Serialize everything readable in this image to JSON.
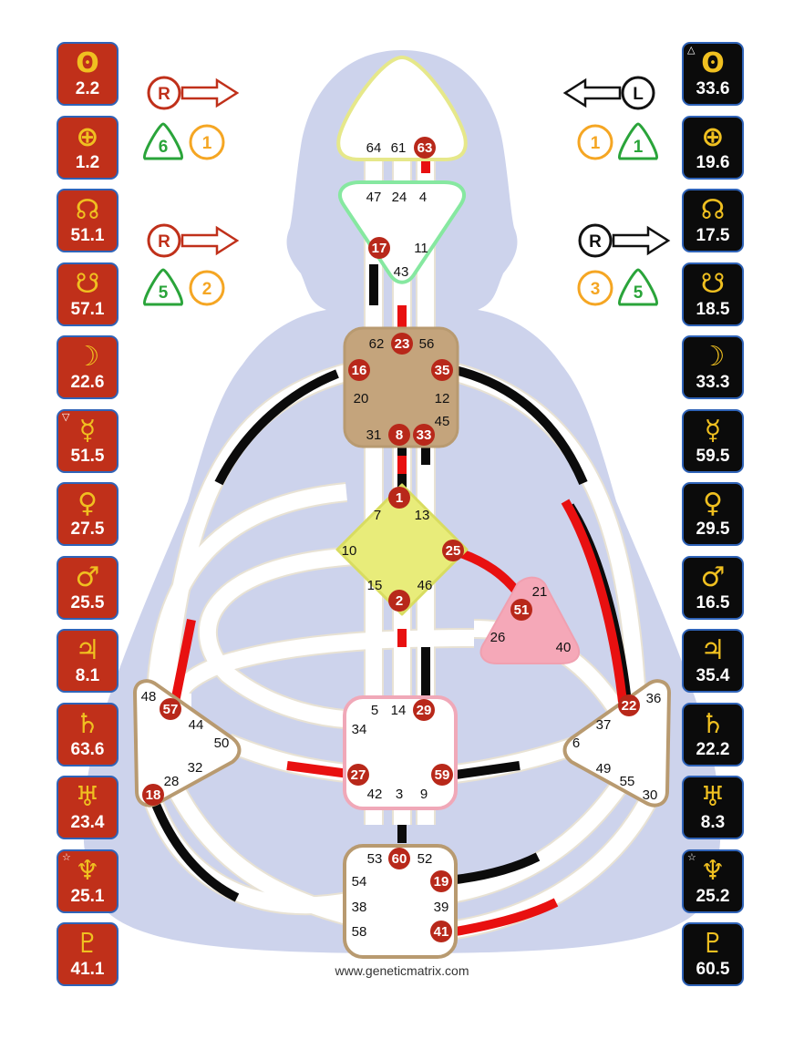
{
  "site": "www.geneticmatrix.com",
  "colors": {
    "design": "#c0301a",
    "personality": "#0b0b0b",
    "planet_border": "#2f63b8",
    "symbol": "#f0c020",
    "silhouette": "#cdd3ec",
    "channel": "#ffffff",
    "head": "#ffffff",
    "ajna": "#ffffff",
    "throat": "#c4a47c",
    "g_center": "#e8ec7a",
    "ego": "#f5a8b8",
    "sacral": "#ffffff",
    "root": "#ffffff",
    "spleen": "#ffffff",
    "solar_plexus": "#ffffff"
  },
  "design_planets": [
    {
      "name": "sun-icon",
      "symbol": "ʘ",
      "value": "2.2",
      "mark": ""
    },
    {
      "name": "earth-icon",
      "symbol": "⊕",
      "value": "1.2",
      "mark": ""
    },
    {
      "name": "north-node-icon",
      "symbol": "☊",
      "value": "51.1",
      "mark": ""
    },
    {
      "name": "south-node-icon",
      "symbol": "☋",
      "value": "57.1",
      "mark": ""
    },
    {
      "name": "moon-icon",
      "symbol": "☽",
      "value": "22.6",
      "mark": ""
    },
    {
      "name": "mercury-icon",
      "symbol": "☿",
      "value": "51.5",
      "mark": "▽"
    },
    {
      "name": "venus-icon",
      "symbol": "♀",
      "value": "27.5",
      "mark": ""
    },
    {
      "name": "mars-icon",
      "symbol": "♂",
      "value": "25.5",
      "mark": ""
    },
    {
      "name": "jupiter-icon",
      "symbol": "♃",
      "value": "8.1",
      "mark": ""
    },
    {
      "name": "saturn-icon",
      "symbol": "♄",
      "value": "63.6",
      "mark": ""
    },
    {
      "name": "uranus-icon",
      "symbol": "♅",
      "value": "23.4",
      "mark": ""
    },
    {
      "name": "neptune-icon",
      "symbol": "♆",
      "value": "25.1",
      "mark": "☆"
    },
    {
      "name": "pluto-icon",
      "symbol": "♇",
      "value": "41.1",
      "mark": ""
    }
  ],
  "personality_planets": [
    {
      "name": "sun-icon",
      "symbol": "ʘ",
      "value": "33.6",
      "mark": "△"
    },
    {
      "name": "earth-icon",
      "symbol": "⊕",
      "value": "19.6",
      "mark": ""
    },
    {
      "name": "north-node-icon",
      "symbol": "☊",
      "value": "17.5",
      "mark": ""
    },
    {
      "name": "south-node-icon",
      "symbol": "☋",
      "value": "18.5",
      "mark": ""
    },
    {
      "name": "moon-icon",
      "symbol": "☽",
      "value": "33.3",
      "mark": ""
    },
    {
      "name": "mercury-icon",
      "symbol": "☿",
      "value": "59.5",
      "mark": ""
    },
    {
      "name": "venus-icon",
      "symbol": "♀",
      "value": "29.5",
      "mark": ""
    },
    {
      "name": "mars-icon",
      "symbol": "♂",
      "value": "16.5",
      "mark": ""
    },
    {
      "name": "jupiter-icon",
      "symbol": "♃",
      "value": "35.4",
      "mark": ""
    },
    {
      "name": "saturn-icon",
      "symbol": "♄",
      "value": "22.2",
      "mark": ""
    },
    {
      "name": "uranus-icon",
      "symbol": "♅",
      "value": "8.3",
      "mark": ""
    },
    {
      "name": "neptune-icon",
      "symbol": "♆",
      "value": "25.2",
      "mark": "☆"
    },
    {
      "name": "pluto-icon",
      "symbol": "♇",
      "value": "60.5",
      "mark": ""
    }
  ],
  "variables": {
    "top_left": {
      "letter": "R",
      "triangle": "6",
      "circle": "1"
    },
    "bottom_left": {
      "letter": "R",
      "triangle": "5",
      "circle": "2"
    },
    "top_right": {
      "letter": "L",
      "circle": "1",
      "triangle": "1"
    },
    "bottom_right": {
      "letter": "R",
      "circle": "3",
      "triangle": "5"
    }
  },
  "gates": {
    "head": [
      "64",
      "61",
      "63"
    ],
    "ajna": [
      "47",
      "24",
      "4",
      "17",
      "11",
      "43"
    ],
    "throat": [
      "62",
      "23",
      "56",
      "16",
      "35",
      "20",
      "12",
      "45",
      "31",
      "8",
      "33"
    ],
    "g": [
      "1",
      "7",
      "13",
      "10",
      "25",
      "15",
      "46",
      "2"
    ],
    "ego": [
      "21",
      "51",
      "26",
      "40"
    ],
    "spleen": [
      "48",
      "57",
      "44",
      "50",
      "32",
      "28",
      "18"
    ],
    "solar_plexus": [
      "36",
      "22",
      "37",
      "6",
      "49",
      "55",
      "30"
    ],
    "sacral": [
      "5",
      "14",
      "29",
      "34",
      "27",
      "59",
      "42",
      "3",
      "9"
    ],
    "root": [
      "53",
      "60",
      "52",
      "54",
      "19",
      "38",
      "39",
      "58",
      "41"
    ]
  },
  "active_gates": [
    "63",
    "17",
    "23",
    "16",
    "35",
    "8",
    "33",
    "1",
    "25",
    "2",
    "51",
    "57",
    "18",
    "29",
    "27",
    "59",
    "60",
    "19",
    "41",
    "22"
  ]
}
